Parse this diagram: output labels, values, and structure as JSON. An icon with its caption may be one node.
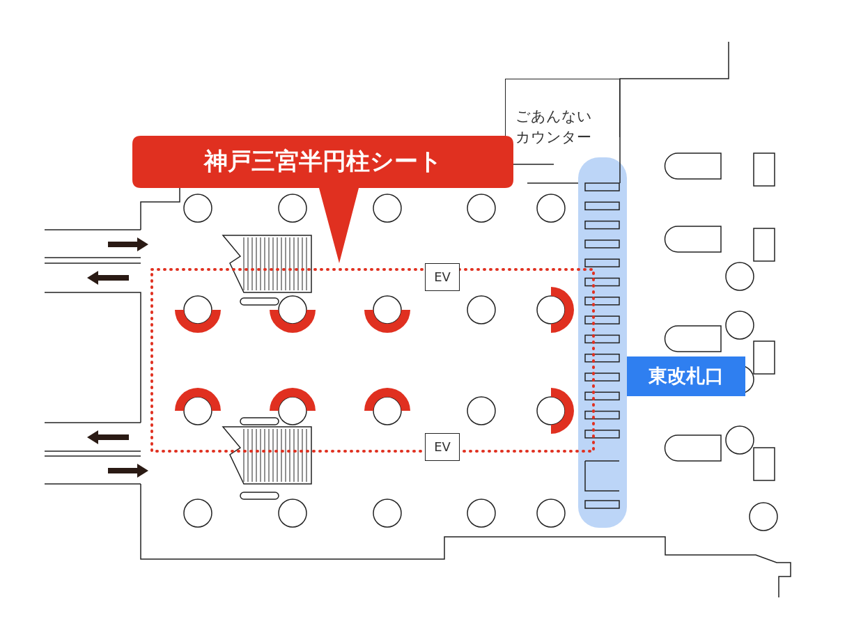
{
  "diagram": {
    "nodes": [
      {
        "text": [
          "ごあんないカウンター"
        ]
      },
      {
        "text": [
          "神戸三宮半円柱シート"
        ]
      },
      {
        "text": [
          "EV"
        ]
      },
      {
        "text": [
          "EV"
        ]
      },
      {
        "text": [
          "東改札口"
        ]
      }
    ]
  }
}
